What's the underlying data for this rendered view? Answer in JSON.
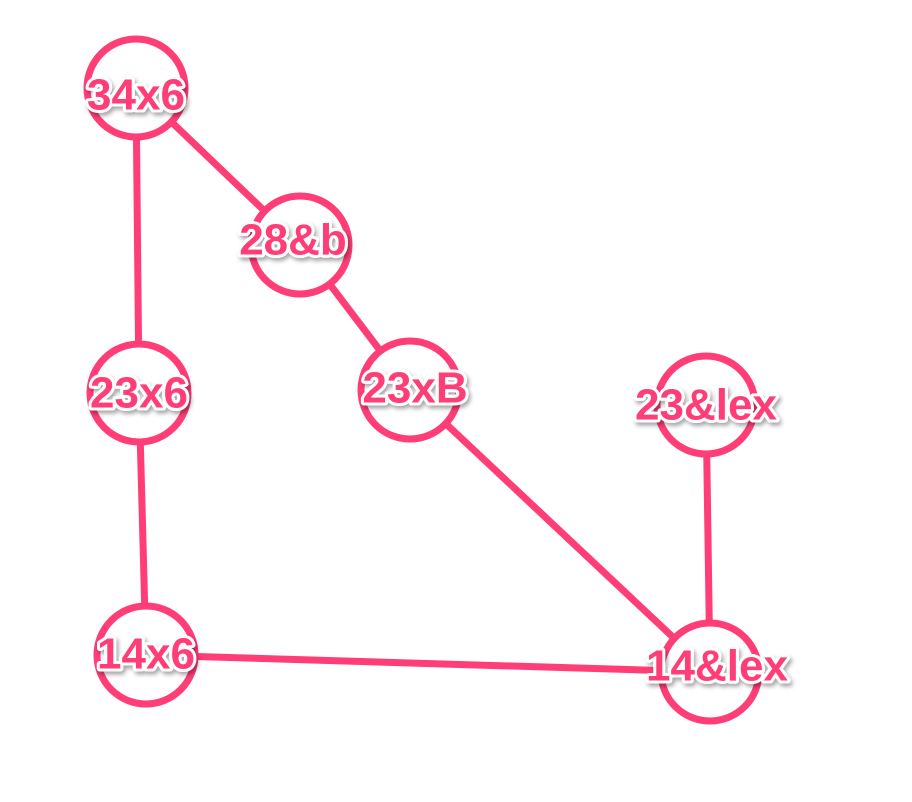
{
  "colors": {
    "accent": "#ff3d77",
    "background": "#ffffff"
  },
  "nodes": [
    {
      "id": "n34x6",
      "label": "34x6"
    },
    {
      "id": "n28b",
      "label": "28&b"
    },
    {
      "id": "n23x6",
      "label": "23x6"
    },
    {
      "id": "n23xB",
      "label": "23xB"
    },
    {
      "id": "n23lex",
      "label": "23&lex"
    },
    {
      "id": "n14x6",
      "label": "14x6"
    },
    {
      "id": "n14lex",
      "label": "14&lex"
    }
  ],
  "edges": [
    {
      "from": "n34x6",
      "to": "n28b"
    },
    {
      "from": "n34x6",
      "to": "n23x6"
    },
    {
      "from": "n28b",
      "to": "n23xB"
    },
    {
      "from": "n23xB",
      "to": "n14lex"
    },
    {
      "from": "n23x6",
      "to": "n14x6"
    },
    {
      "from": "n14x6",
      "to": "n14lex"
    },
    {
      "from": "n23lex",
      "to": "n14lex"
    }
  ]
}
